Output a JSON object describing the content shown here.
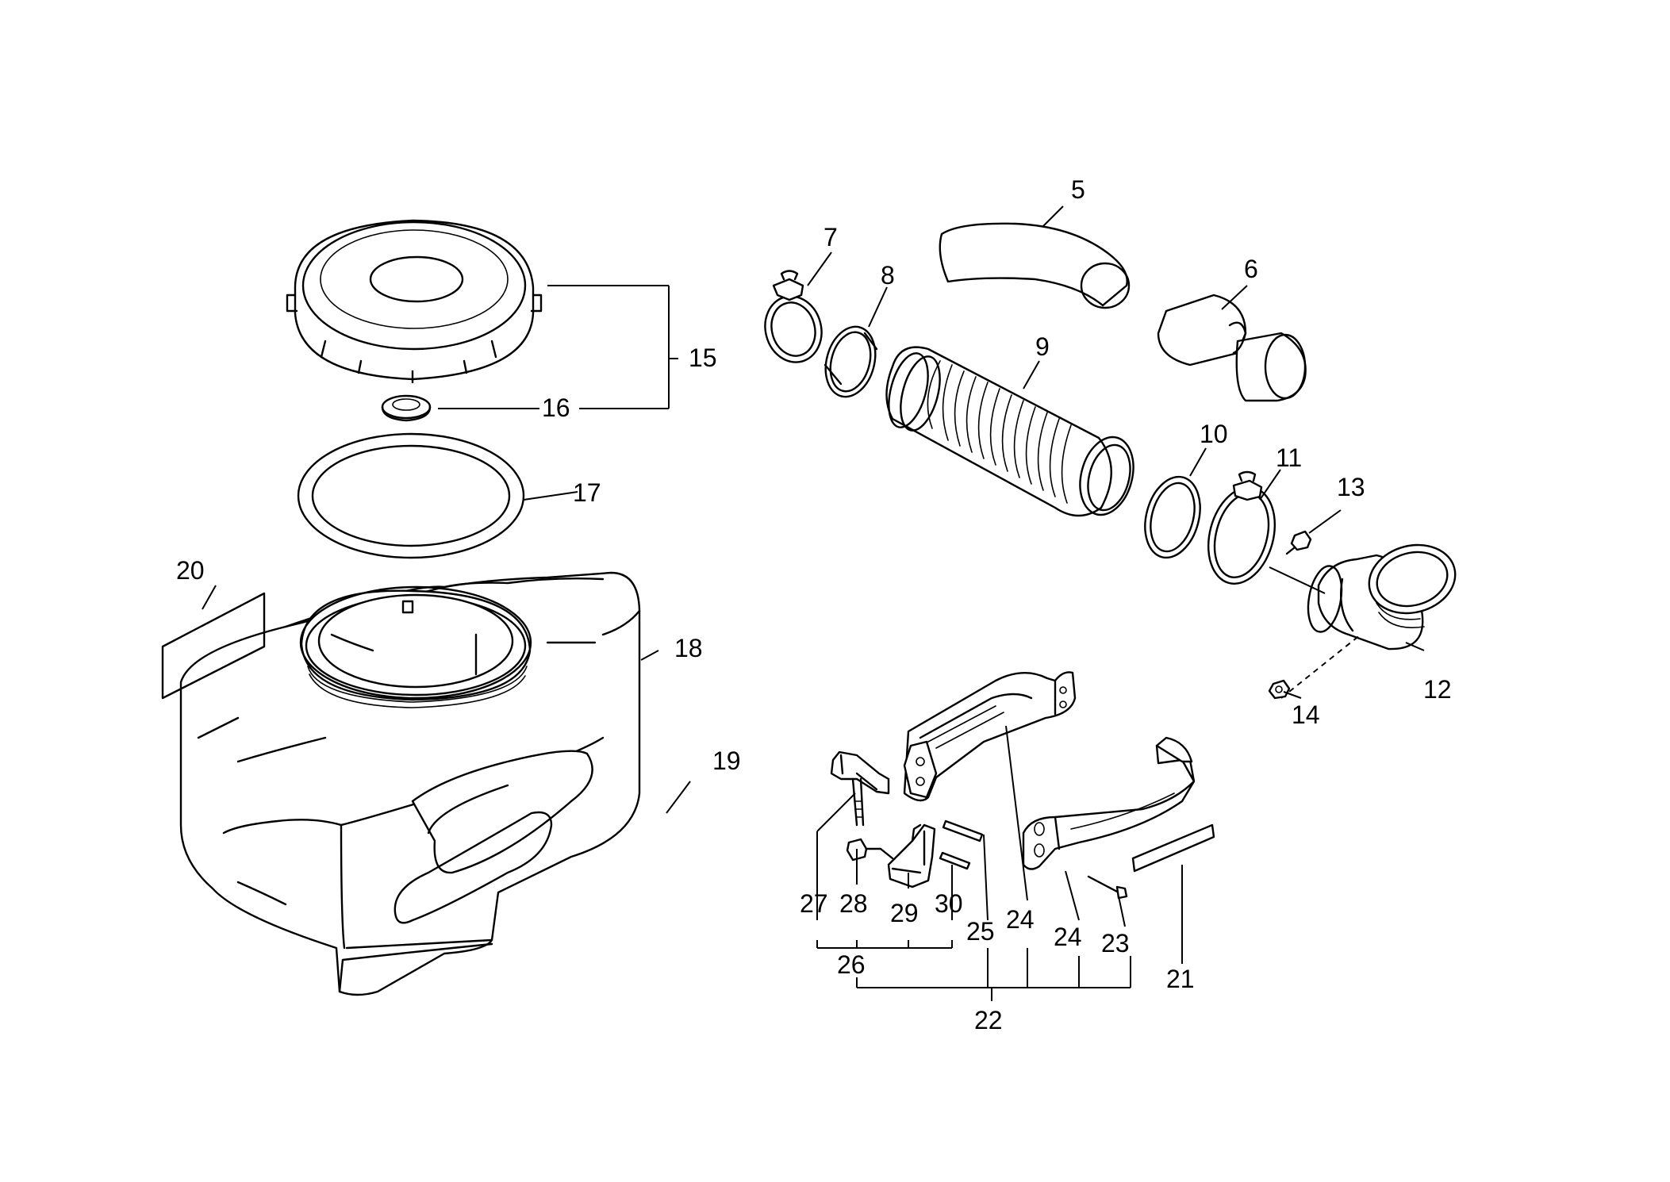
{
  "callouts": {
    "c5": "5",
    "c6": "6",
    "c7": "7",
    "c8": "8",
    "c9": "9",
    "c10": "10",
    "c11": "11",
    "c12": "12",
    "c13": "13",
    "c14": "14",
    "c15": "15",
    "c16": "16",
    "c17": "17",
    "c18": "18",
    "c19": "19",
    "c20": "20",
    "c21": "21",
    "c22": "22",
    "c23": "23",
    "c24a": "24",
    "c24b": "24",
    "c25": "25",
    "c26": "26",
    "c27": "27",
    "c28": "28",
    "c29": "29",
    "c30": "30"
  }
}
